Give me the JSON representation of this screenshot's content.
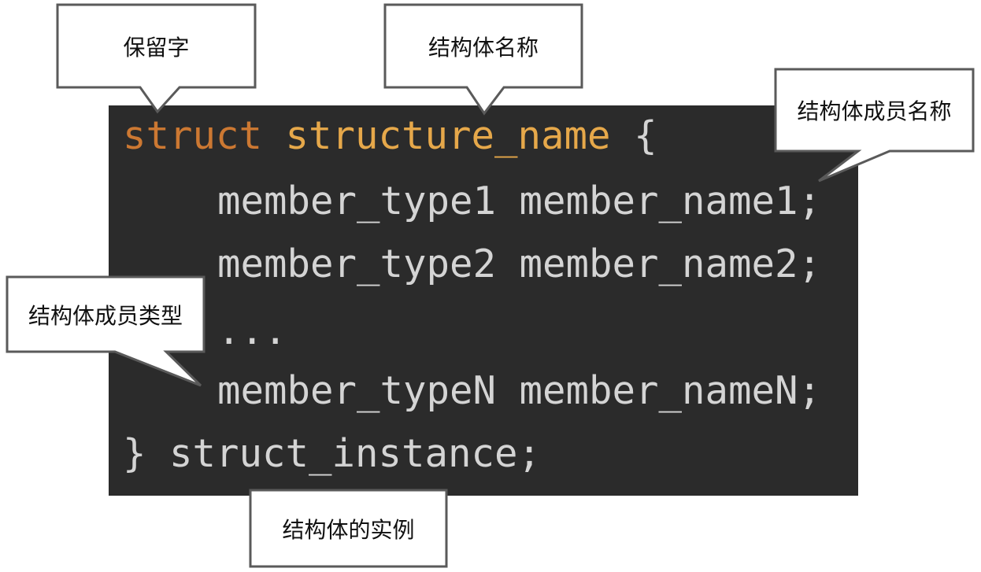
{
  "code": {
    "line1": {
      "keyword": "struct",
      "name": "structure_name",
      "brace": "{"
    },
    "line2": "member_type1 member_name1;",
    "line3": "member_type2 member_name2;",
    "line4": "...",
    "line5": "member_typeN member_nameN;",
    "line6": "} struct_instance;"
  },
  "callouts": {
    "reserved_word": "保留字",
    "structure_name": "结构体名称",
    "member_name": "结构体成员名称",
    "member_type": "结构体成员类型",
    "instance": "结构体的实例"
  },
  "colors": {
    "background": "#ffffff",
    "code_background": "#2b2b2b",
    "keyword": "#cc7832",
    "struct_name": "#e6a84a",
    "code_text": "#d4d4d4",
    "callout_fill": "#ffffff",
    "callout_border": "#5a5a5a"
  }
}
